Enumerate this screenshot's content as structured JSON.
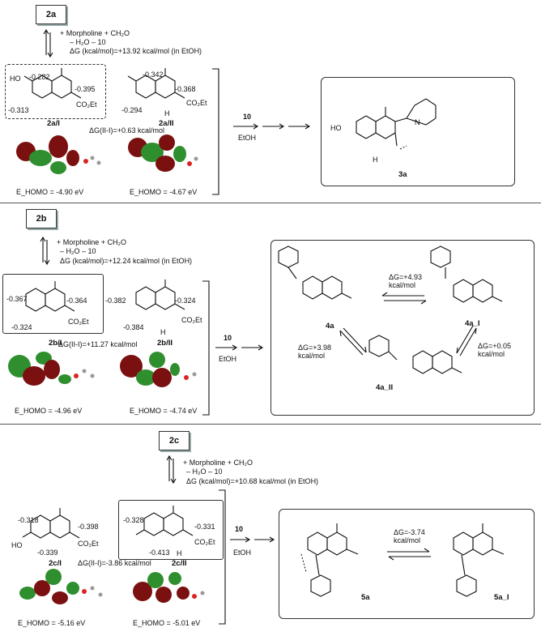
{
  "sectionA": {
    "compound": "2a",
    "reagents": "+ Morpholine + CH₂O",
    "loss": "– H₂O – 10",
    "dG": "ΔG (kcal/mol)=+13.92 kcal/mol (in EtOH)",
    "t1": {
      "c1": "-0.282",
      "c2": "-0.395",
      "c3": "-0.313",
      "sub1": "HO",
      "sub2": "CO₂Et",
      "label": "2a/I"
    },
    "t2": {
      "c1": "-0.342",
      "c2": "-0.368",
      "c3": "-0.294",
      "sub2": "CO₂Et",
      "nh": "H",
      "label": "2a/II"
    },
    "dGt": "ΔG(II-I)=+0.63 kcal/mol",
    "homo1": "E_HOMO = -4.90 eV",
    "homo2": "E_HOMO = -4.67 eV",
    "arrowTop": "10",
    "arrowBot": "EtOH",
    "product": {
      "label": "3a",
      "ho": "HO",
      "nh": "N",
      "h": "H"
    }
  },
  "sectionB": {
    "compound": "2b",
    "reagents": "+ Morpholine + CH₂O",
    "loss": "– H₂O – 10",
    "dG": "ΔG (kcal/mol)=+12.24 kcal/mol (in EtOH)",
    "t1": {
      "c1": "-0.367",
      "c2": "-0.364",
      "c3": "-0.324",
      "sub2": "CO₂Et",
      "label": "2b/I"
    },
    "t2": {
      "c1": "-0.382",
      "c2": "-0.324",
      "c3": "-0.384",
      "sub2": "CO₂Et",
      "nh": "H",
      "label": "2b/II"
    },
    "dGt": "ΔG(II-I)=+11.27 kcal/mol",
    "homo1": "E_HOMO = -4.96 eV",
    "homo2": "E_HOMO = -4.74 eV",
    "arrowTop": "10",
    "arrowBot": "EtOH",
    "p1": "4a",
    "p2": "4a_I",
    "p3": "4a_II",
    "eq1": "ΔG=+4.93\nkcal/mol",
    "eq2": "ΔG=+0.05\nkcal/mol",
    "eq3": "ΔG=+3.98\nkcal/mol"
  },
  "sectionC": {
    "compound": "2c",
    "reagents": "+ Morpholine + CH₂O",
    "loss": "– H₂O – 10",
    "dG": "ΔG (kcal/mol)=+10.68 kcal/mol (in EtOH)",
    "t1": {
      "c1": "-0.318",
      "c2": "-0.398",
      "c3": "-0.339",
      "sub1": "HO",
      "sub2": "CO₂Et",
      "label": "2c/I"
    },
    "t2": {
      "c1": "-0.328",
      "c2": "-0.331",
      "c3": "-0.413",
      "sub2": "CO₂Et",
      "nh": "H",
      "label": "2c/II"
    },
    "dGt": "ΔG(II-I)=-3.86 kcal/mol",
    "homo1": "E_HOMO = -5.16 eV",
    "homo2": "E_HOMO = -5.01 eV",
    "arrowTop": "10",
    "arrowBot": "EtOH",
    "p1": "5a",
    "p2": "5a_I",
    "eq": "ΔG=-3.74\nkcal/mol"
  },
  "colors": {
    "orbitalRed": "#7a1010",
    "orbitalGreen": "#2f8f2f",
    "atomRed": "#d22",
    "atomGrey": "#999"
  }
}
